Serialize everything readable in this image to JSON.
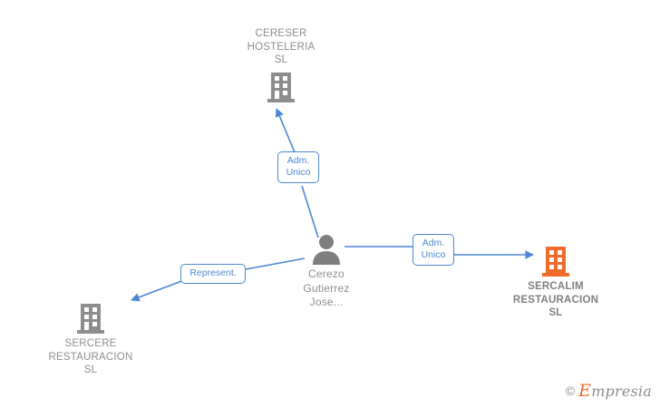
{
  "graph": {
    "title": "Empresia relationship graph",
    "background": "#ffffff",
    "edge_color": "#4a87d3",
    "company_color": "#8d8d8d",
    "focal_company_color": "#ef6c2a",
    "person_color": "#7f7f7f",
    "nodes": [
      {
        "id": "cereser",
        "type": "company",
        "icon": "building-icon",
        "label": "CERESER\nHOSTELERIA\nSL",
        "focal": false,
        "label_position": "top"
      },
      {
        "id": "person",
        "type": "person",
        "icon": "person-icon",
        "label": "Cerezo\nGutierrez\nJose...",
        "focal": false,
        "label_position": "bottom"
      },
      {
        "id": "sercalim",
        "type": "company",
        "icon": "building-icon",
        "label": "SERCALIM\nRESTAURACION\nSL",
        "focal": true,
        "label_position": "bottom"
      },
      {
        "id": "sercere",
        "type": "company",
        "icon": "building-icon",
        "label": "SERCERE\nRESTAURACION\nSL",
        "focal": false,
        "label_position": "bottom"
      }
    ],
    "edges": [
      {
        "id": "edge-person-cereser",
        "from": "person",
        "to": "cereser",
        "label": "Adm.\nUnico"
      },
      {
        "id": "edge-person-sercalim",
        "from": "person",
        "to": "sercalim",
        "label": "Adm.\nUnico"
      },
      {
        "id": "edge-person-sercere",
        "from": "person",
        "to": "sercere",
        "label": "Represent."
      }
    ]
  },
  "watermark": {
    "copyright_symbol": "©",
    "brand_initial": "E",
    "brand_rest": "mpresia"
  }
}
